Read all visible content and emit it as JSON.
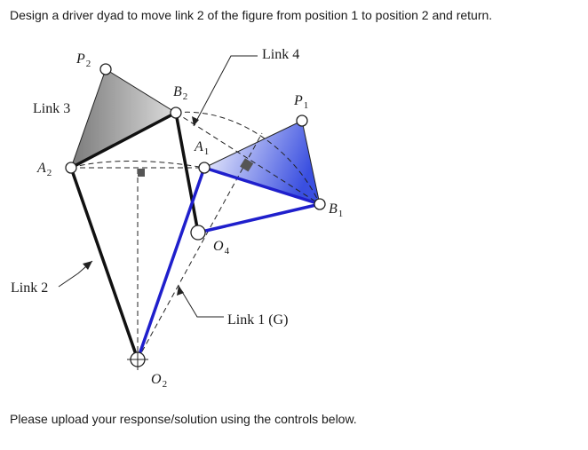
{
  "prompt": "Design a driver dyad to move link 2 of the figure from position 1 to position 2 and return.",
  "footer": "Please upload your response/solution using the controls below.",
  "figure": {
    "labels": {
      "link4": "Link 4",
      "link3": "Link 3",
      "link2": "Link 2",
      "link1": "Link 1 (G)",
      "p2_main": "P",
      "p2_sub": "2",
      "p1_main": "P",
      "p1_sub": "1",
      "b2_main": "B",
      "b2_sub": "2",
      "b1_main": "B",
      "b1_sub": "1",
      "a2_main": "A",
      "a2_sub": "2",
      "a1_main": "A",
      "a1_sub": "1",
      "o4_main": "O",
      "o4_sub": "4",
      "o2_main": "O",
      "o2_sub": "2"
    },
    "colors": {
      "position1": "#1f1fcc",
      "position2": "#111111",
      "coupler2_light": "#dcdcdc",
      "coupler2_dark": "#7a7a7a",
      "coupler1_light": "#ffffff",
      "coupler1_dark": "#3a4fe0",
      "square": "#555555"
    }
  }
}
